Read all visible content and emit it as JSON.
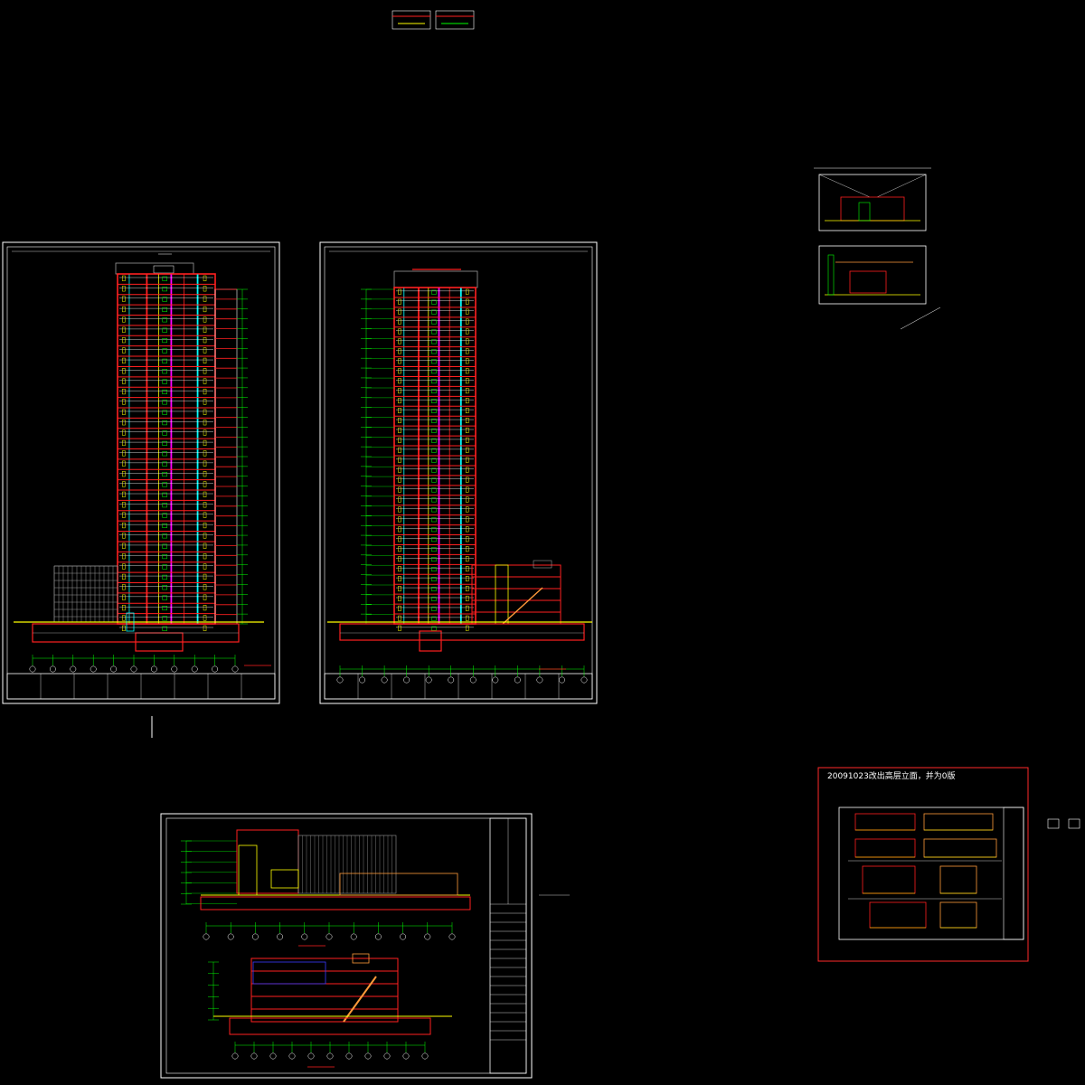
{
  "canvas": {
    "background": "#000000"
  },
  "colors": {
    "frame": "#ffffff",
    "red": "#ff2020",
    "yellow": "#ffff00",
    "green": "#00ff00",
    "cyan": "#00ffff",
    "magenta": "#ff00ff",
    "blue": "#3a3aff",
    "grey": "#9a9a9a",
    "orange": "#ff9a3a",
    "note_frame": "#ff2a2a"
  },
  "sheets": {
    "section_a": {
      "name": "tower-section-sheet-1",
      "tower_floors": 34
    },
    "section_b": {
      "name": "tower-section-sheet-2",
      "tower_floors": 34
    },
    "podium": {
      "name": "podium-section-sheet"
    },
    "collection": {
      "name": "elevation-collection-sheet"
    }
  },
  "notes": {
    "collection_title": "20091023改出高层立面，并为0版"
  },
  "icons": {
    "legend_top": "legend-swatch-icon",
    "section_mini": "section-thumbnail-icon"
  }
}
